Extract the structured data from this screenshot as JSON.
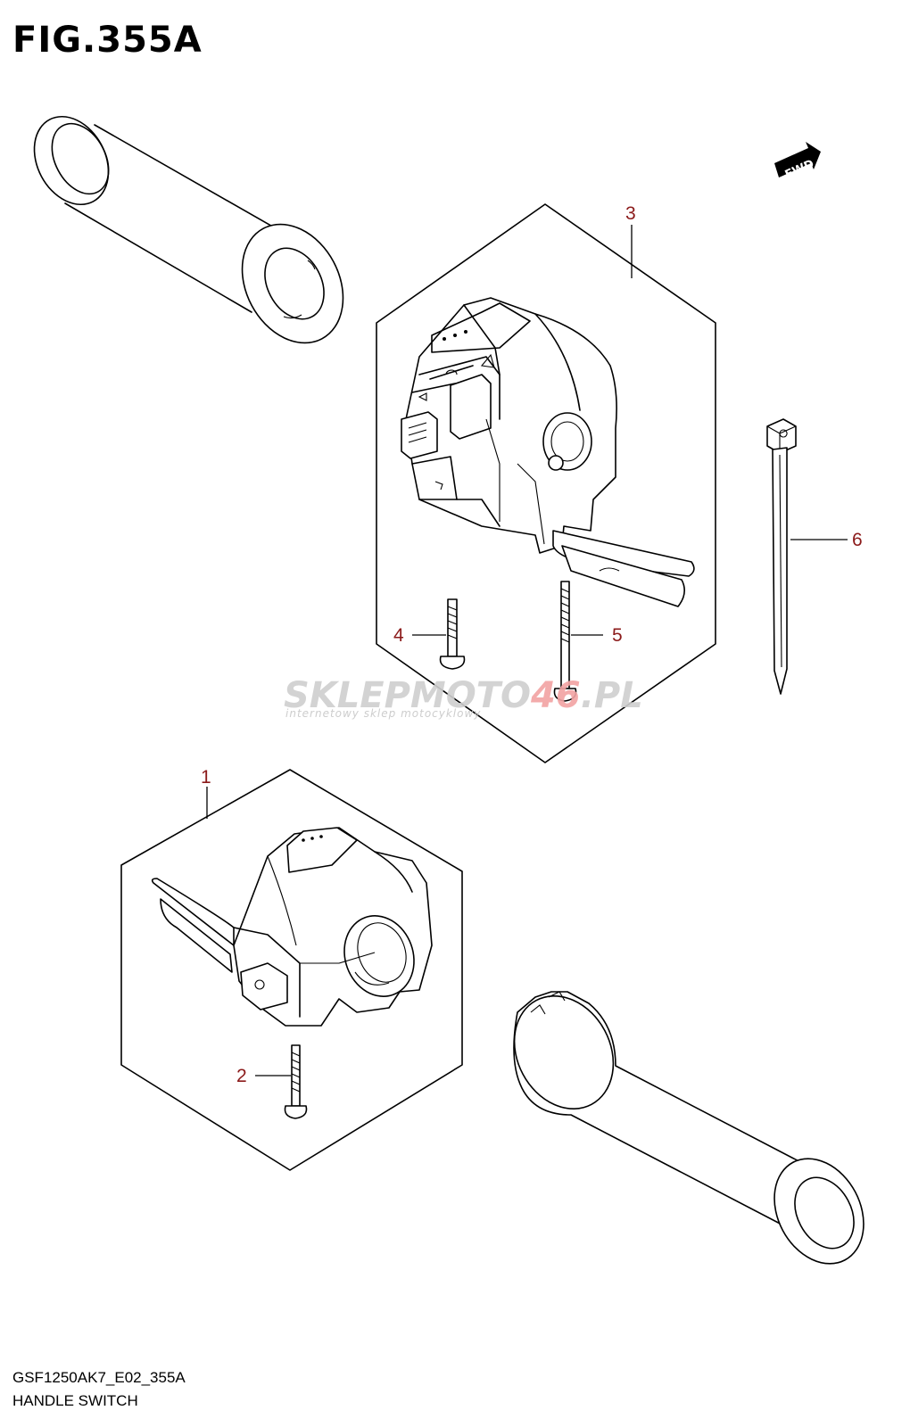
{
  "figure": {
    "title": "FIG.355A"
  },
  "fwd_label": "FWD",
  "callouts": [
    {
      "id": "1",
      "label": "1"
    },
    {
      "id": "2",
      "label": "2"
    },
    {
      "id": "3",
      "label": "3"
    },
    {
      "id": "4",
      "label": "4"
    },
    {
      "id": "5",
      "label": "5"
    },
    {
      "id": "6",
      "label": "6"
    }
  ],
  "watermark": {
    "part1": "SKLEPMOTO",
    "part2": "46",
    "part3": ".PL",
    "subtitle": "internetowy sklep motocyklowy",
    "colors": {
      "gray": "#cfcfcf",
      "red": "#f2a3a3"
    }
  },
  "footer": {
    "model_code": "GSF1250AK7_E02_355A",
    "name": "HANDLE SWITCH"
  },
  "colors": {
    "callout": "#8b1a1a",
    "line": "#000000"
  }
}
